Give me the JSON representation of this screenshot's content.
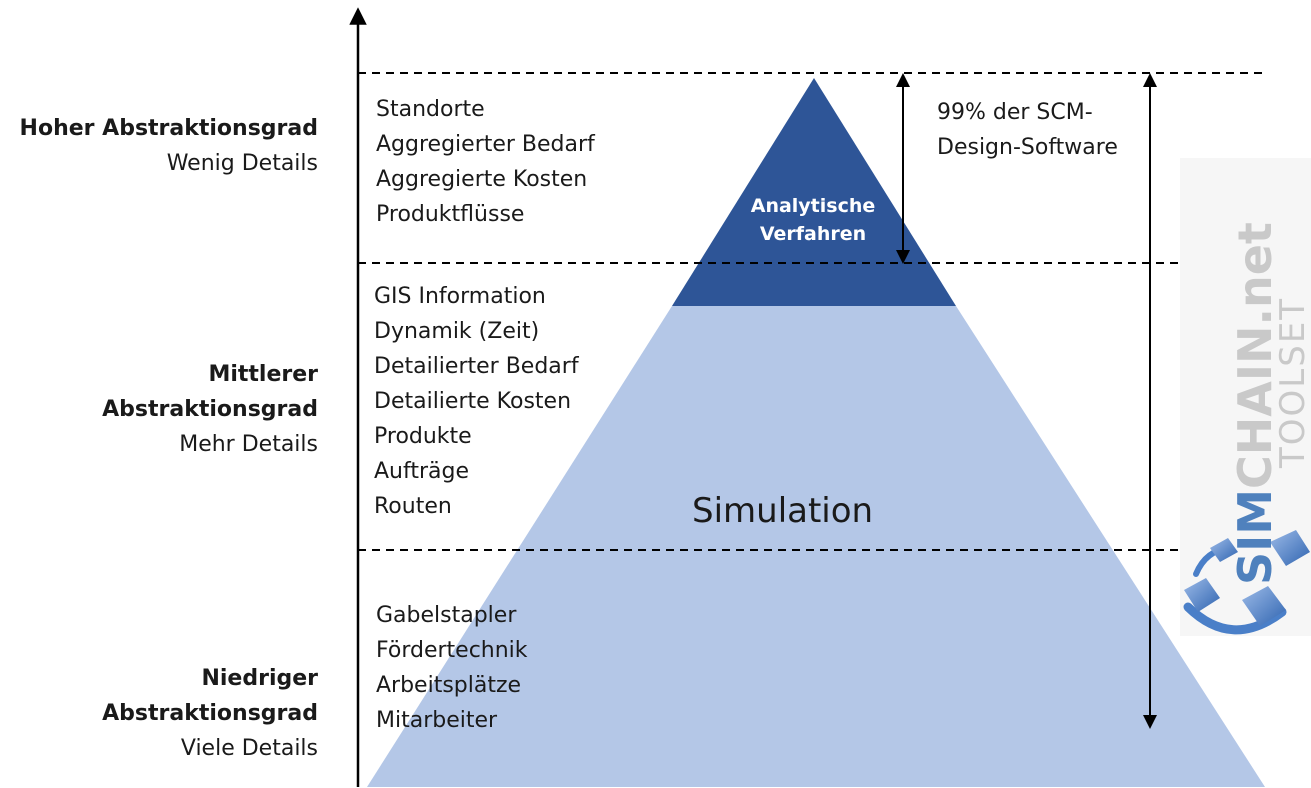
{
  "levels": {
    "high": {
      "title": "Hoher Abstraktionsgrad",
      "subtitle": "Wenig Details"
    },
    "mid": {
      "title_line1": "Mittlerer",
      "title_line2": "Abstraktionsgrad",
      "subtitle": "Mehr Details"
    },
    "low": {
      "title_line1": "Niedriger",
      "title_line2": "Abstraktionsgrad",
      "subtitle": "Viele Details"
    }
  },
  "lists": {
    "high": [
      "Standorte",
      "Aggregierter Bedarf",
      "Aggregierte Kosten",
      "Produktflüsse"
    ],
    "mid": [
      "GIS Information",
      "Dynamik (Zeit)",
      "Detailierter Bedarf",
      "Detailierte Kosten",
      "Produkte",
      "Aufträge",
      "Routen"
    ],
    "low": [
      "Gabelstapler",
      "Fördertechnik",
      "Arbeitsplätze",
      "Mitarbeiter"
    ]
  },
  "pyramid": {
    "apex_line1": "Analytische",
    "apex_line2": "Verfahren",
    "body_label": "Simulation",
    "colors": {
      "apex": "#2e5597",
      "body": "#b4c7e7"
    }
  },
  "annotation": {
    "line1": "99% der SCM-",
    "line2": "Design-Software"
  },
  "logo": {
    "brand_sim": "SIM",
    "brand_rest": "CHAIN.net",
    "product": "TOOLSET",
    "colors": {
      "sim": "#4f81bd",
      "rest": "#c9c9c9",
      "cube": "#5b8fd6"
    }
  }
}
